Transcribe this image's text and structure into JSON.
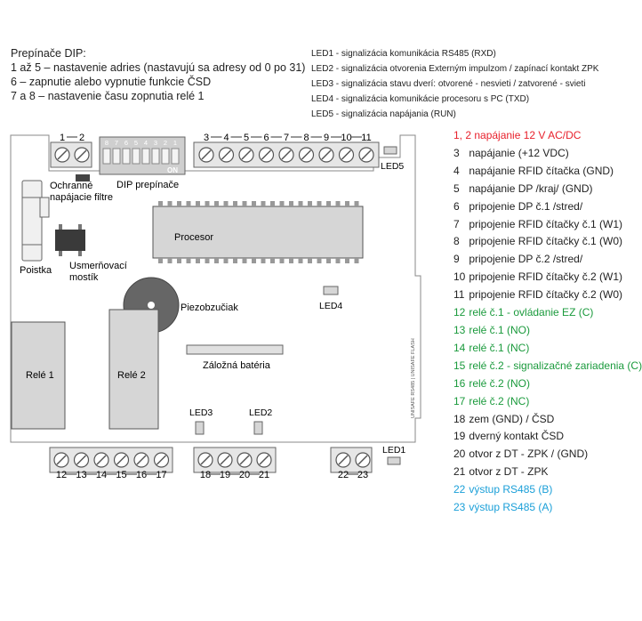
{
  "dip_notes": {
    "heading": "Prepínače DIP:",
    "lines": [
      "1 až 5 – nastavenie adries (nastavujú sa adresy od 0 po 31)",
      "6 – zapnutie alebo vypnutie funkcie ČSD",
      "7 a 8 – nastavenie času zopnutia relé 1"
    ]
  },
  "led_notes": [
    "LED1 - signalizácia komunikácia RS485 (RXD)",
    "LED2 - signalizácia otvorenia Externým impulzom  / zapínací kontakt ZPK",
    "LED3 - signalizácia stavu dverí: otvorené - nesvieti  / zatvorené - svieti",
    "LED4 - signalizácia komunikácie procesoru s PC (TXD)",
    "LED5 - signalizácia napájania (RUN)"
  ],
  "colors": {
    "red": "#e8212c",
    "green": "#1a9a3c",
    "blue": "#1a9fd8",
    "text": "#222222",
    "stroke": "#555555",
    "fill_gray": "#d6d6d6",
    "dark": "#444444"
  },
  "legend": [
    {
      "num": "1, 2",
      "text": "napájanie 12 V AC/DC",
      "color": "red"
    },
    {
      "num": "3",
      "text": "napájanie (+12 VDC)",
      "color": "text"
    },
    {
      "num": "4",
      "text": "napájanie RFID čítačka (GND)",
      "color": "text"
    },
    {
      "num": "5",
      "text": "napájanie DP /kraj/ (GND)",
      "color": "text"
    },
    {
      "num": "6",
      "text": "pripojenie DP č.1 /stred/",
      "color": "text"
    },
    {
      "num": "7",
      "text": "pripojenie RFID čítačky č.1 (W1)",
      "color": "text"
    },
    {
      "num": "8",
      "text": "pripojenie RFID čítačky č.1 (W0)",
      "color": "text"
    },
    {
      "num": "9",
      "text": "pripojenie DP č.2 /stred/",
      "color": "text"
    },
    {
      "num": "10",
      "text": "pripojenie RFID čítačky č.2 (W1)",
      "color": "text"
    },
    {
      "num": "11",
      "text": "pripojenie RFID čítačky č.2 (W0)",
      "color": "text"
    },
    {
      "num": "12",
      "text": "relé č.1 - ovládanie EZ (C)",
      "color": "green"
    },
    {
      "num": "13",
      "text": "relé č.1 (NO)",
      "color": "green"
    },
    {
      "num": "14",
      "text": "relé č.1 (NC)",
      "color": "green"
    },
    {
      "num": "15",
      "text": "relé č.2 - signalizačné zariadenia (C)",
      "color": "green"
    },
    {
      "num": "16",
      "text": "relé č.2 (NO)",
      "color": "green"
    },
    {
      "num": "17",
      "text": "relé č.2 (NC)",
      "color": "green"
    },
    {
      "num": "18",
      "text": "zem (GND) / ČSD",
      "color": "text"
    },
    {
      "num": "19",
      "text": "dverný kontakt ČSD",
      "color": "text"
    },
    {
      "num": "20",
      "text": "otvor z DT  - ZPK / (GND)",
      "color": "text"
    },
    {
      "num": "21",
      "text": "otvor z DT  - ZPK",
      "color": "text"
    },
    {
      "num": "22",
      "text": "výstup RS485 (B)",
      "color": "blue"
    },
    {
      "num": "23",
      "text": "výstup RS485 (A)",
      "color": "blue"
    }
  ],
  "board": {
    "terminal_top_left": [
      "1",
      "2"
    ],
    "terminal_top_right": [
      "3",
      "4",
      "5",
      "6",
      "7",
      "8",
      "9",
      "10",
      "11"
    ],
    "terminal_bottom_left": [
      "12",
      "13",
      "14",
      "15",
      "16",
      "17"
    ],
    "terminal_bottom_mid": [
      "18",
      "19",
      "20",
      "21"
    ],
    "terminal_bottom_right": [
      "22",
      "23"
    ],
    "dip_numbers": [
      "8",
      "7",
      "6",
      "5",
      "4",
      "3",
      "2",
      "1"
    ],
    "dip_on": "ON",
    "labels": {
      "dip": "DIP prepínače",
      "fuse_protect": "Ochranné\nnapájacie filtre",
      "fuse": "Poistka",
      "bridge": "Usmerňovací\nmostík",
      "processor": "Procesor",
      "buzzer": "Piezobzučiak",
      "battery": "Záložná batéria",
      "relay1": "Relé 1",
      "relay2": "Relé 2",
      "led1": "LED1",
      "led2": "LED2",
      "led3": "LED3",
      "led4": "LED4",
      "led5": "LED5",
      "side_text": "UNISAFE RS485  |  UNISAFE FLASH"
    }
  }
}
